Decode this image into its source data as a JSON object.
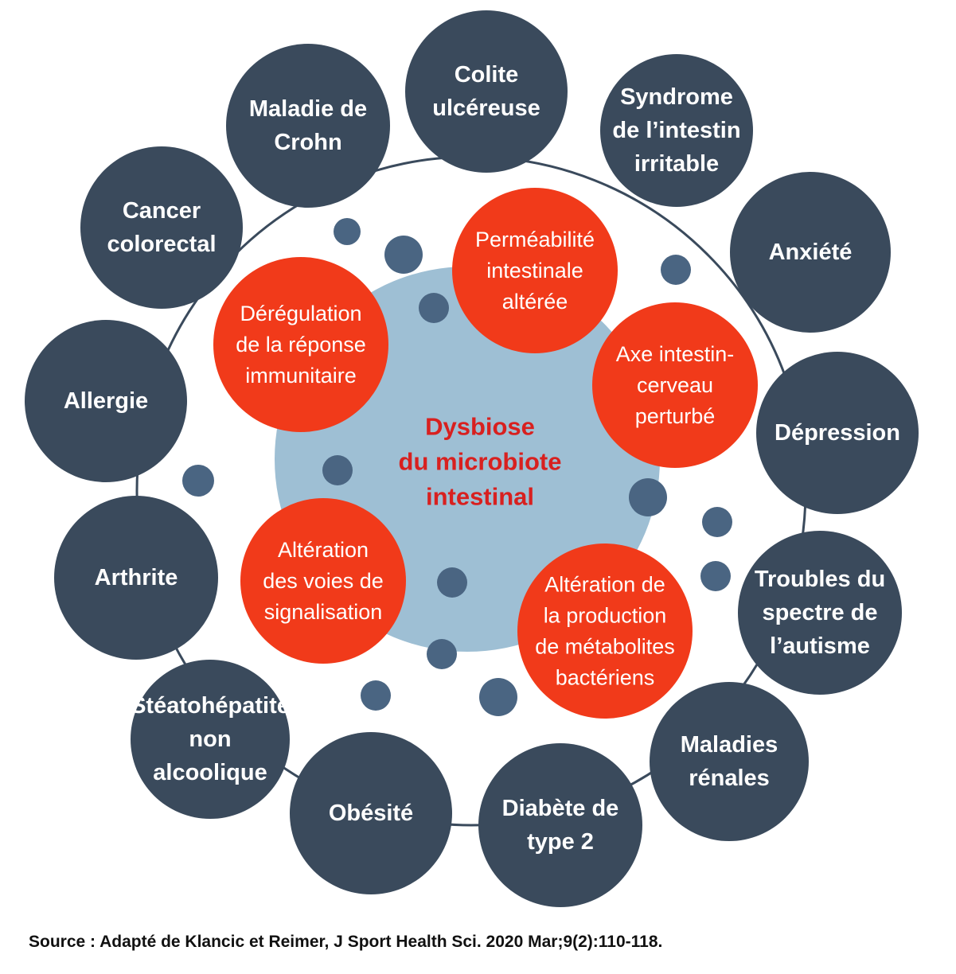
{
  "colors": {
    "outer_node": "#3a4a5c",
    "mechanism_node": "#f13a1a",
    "center_disc": "#9ebfd4",
    "bubble": "#4a6582",
    "ring_line": "#3a4a5c",
    "center_text": "#d8201f"
  },
  "center": {
    "label_lines": [
      "Dysbiose",
      "du microbiote",
      "intestinal"
    ]
  },
  "mechanisms": [
    {
      "label_lines": [
        "Perméabilité",
        "intestinale",
        "altérée"
      ]
    },
    {
      "label_lines": [
        "Axe intestin-",
        "cerveau",
        "perturbé"
      ]
    },
    {
      "label_lines": [
        "Altération de",
        "la production",
        "de métabolites",
        "bactériens"
      ]
    },
    {
      "label_lines": [
        "Altération",
        "des voies de",
        "signalisation"
      ]
    },
    {
      "label_lines": [
        "Dérégulation",
        "de la réponse",
        "immunitaire"
      ]
    }
  ],
  "conditions": [
    {
      "label_lines": [
        "Colite",
        "ulcéreuse"
      ]
    },
    {
      "label_lines": [
        "Syndrome",
        "de l’intestin",
        "irritable"
      ]
    },
    {
      "label_lines": [
        "Anxiété"
      ]
    },
    {
      "label_lines": [
        "Dépression"
      ]
    },
    {
      "label_lines": [
        "Troubles du",
        "spectre de",
        "l’autisme"
      ]
    },
    {
      "label_lines": [
        "Maladies",
        "rénales"
      ]
    },
    {
      "label_lines": [
        "Diabète de",
        "type 2"
      ]
    },
    {
      "label_lines": [
        "Obésité"
      ]
    },
    {
      "label_lines": [
        "Stéatohépatite",
        "non",
        "alcoolique"
      ]
    },
    {
      "label_lines": [
        "Arthrite"
      ]
    },
    {
      "label_lines": [
        "Allergie"
      ]
    },
    {
      "label_lines": [
        "Cancer",
        "colorectal"
      ]
    },
    {
      "label_lines": [
        "Maladie de",
        "Crohn"
      ]
    }
  ],
  "source": "Source : Adapté de Klancic et Reimer, J Sport Health Sci. 2020 Mar;9(2):110-118."
}
